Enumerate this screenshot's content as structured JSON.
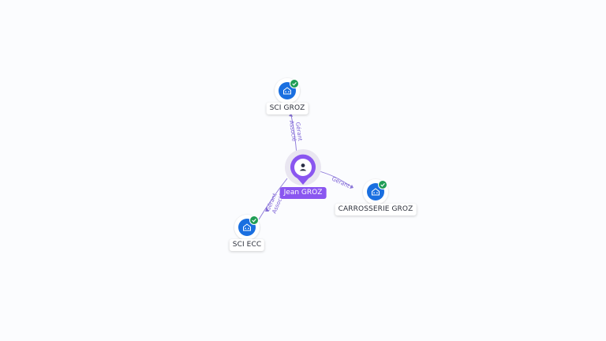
{
  "center": {
    "name": "Jean GROZ",
    "color": "#8a56f0"
  },
  "companies": [
    {
      "id": "sci-groz",
      "name": "SCI GROZ",
      "verified": true
    },
    {
      "id": "carrosserie-groz",
      "name": "CARROSSERIE GROZ",
      "verified": true
    },
    {
      "id": "sci-ecc",
      "name": "SCI ECC",
      "verified": true
    }
  ],
  "relations": [
    {
      "to": "sci-groz",
      "roles": [
        "Gérant",
        "Associé"
      ]
    },
    {
      "to": "carrosserie-groz",
      "roles": [
        "Gérant"
      ]
    },
    {
      "to": "sci-ecc",
      "roles": [
        "Gérant",
        "Associé"
      ]
    }
  ],
  "colors": {
    "company": "#1a6fe0",
    "badge": "#1f9d55",
    "edge": "#8a75d8"
  },
  "icons": {
    "company": "building-icon",
    "person": "person-icon",
    "verified": "check-badge-icon"
  }
}
